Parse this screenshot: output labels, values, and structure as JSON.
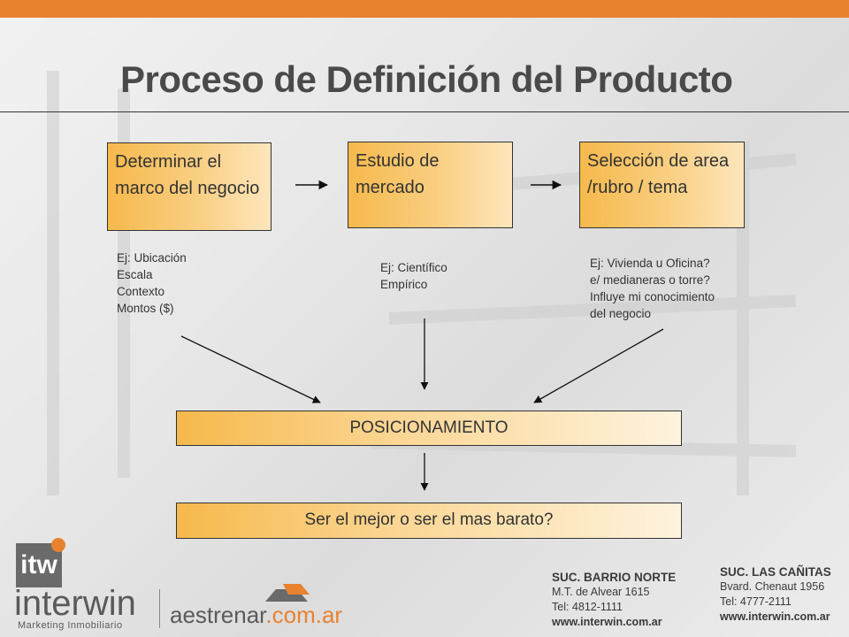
{
  "title": "Proceso de Definición del Producto",
  "boxes": {
    "marco": "Determinar el marco del negocio",
    "estudio": "Estudio de mercado",
    "seleccion": "Selección de area /rubro / tema",
    "posicionamiento": "POSICIONAMIENTO",
    "pregunta": "Ser el mejor o ser el mas barato?"
  },
  "notes": {
    "marco": "Ej: Ubicación\nEscala\nContexto\nMontos ($)",
    "estudio": "Ej: Científico\nEmpírico",
    "seleccion": "Ej: Vivienda u Oficina?\ne/ medianeras o torre?\nInfluye mi conocimiento\ndel negocio"
  },
  "footer": {
    "logo_mark": "itw",
    "brand": "interwin",
    "brand_sub": "Marketing Inmobiliario",
    "partner_left": "aestrenar",
    "partner_right": ".com.ar",
    "branch1": {
      "name": "SUC. BARRIO NORTE",
      "address": "M.T. de Alvear 1615",
      "phone": "Tel: 4812-1111",
      "web": "www.interwin.com.ar"
    },
    "branch2": {
      "name": "SUC. LAS CAÑITAS",
      "address": "Bvard. Chenaut 1956",
      "phone": "Tel: 4777-2111",
      "web": "www.interwin.com.ar"
    }
  },
  "colors": {
    "accent": "#e8822f",
    "box_orange": "#f6b94c",
    "text_gray": "#4a4a4a"
  }
}
